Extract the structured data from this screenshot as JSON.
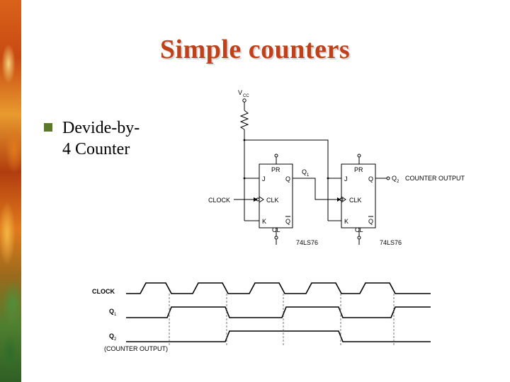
{
  "slide": {
    "title": "Simple counters",
    "bullet_line1": "Devide-by-",
    "bullet_line2": "4 Counter"
  },
  "schematic": {
    "vcc": "V",
    "vcc_sub": "CC",
    "clock": "CLOCK",
    "ff1": {
      "pr": "PR",
      "j": "J",
      "q": "Q",
      "clk": "CLK",
      "k": "K",
      "qbar": "Q",
      "cl": "CL",
      "part": "74LS76"
    },
    "ff2": {
      "pr": "PR",
      "j": "J",
      "q": "Q",
      "clk": "CLK",
      "k": "K",
      "qbar": "Q",
      "cl": "CL",
      "part": "74LS76"
    },
    "q1": "Q",
    "q1_sub": "1",
    "q2": "Q",
    "q2_sub": "2",
    "counter_output": "COUNTER OUTPUT"
  },
  "timing": {
    "clock_label": "CLOCK",
    "q1_label": "Q",
    "q1_sub": "1",
    "q2_label": "Q",
    "q2_sub": "2",
    "q2_note": "(COUNTER OUTPUT)"
  }
}
